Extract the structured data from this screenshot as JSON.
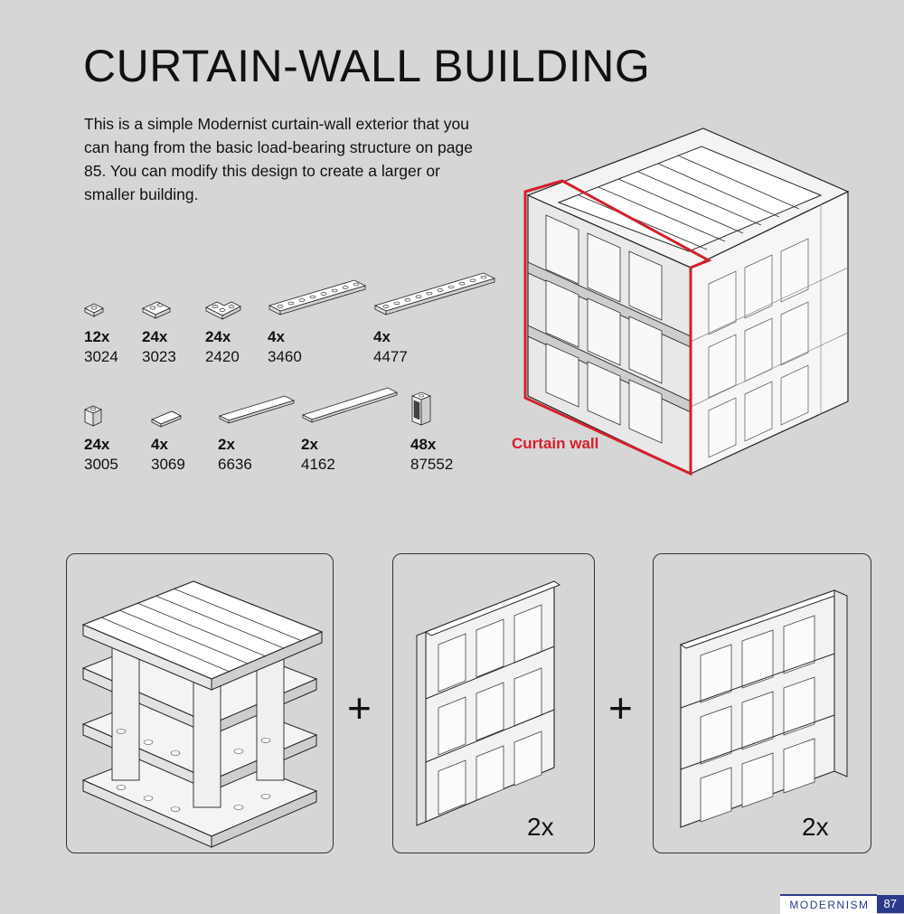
{
  "page": {
    "title": "CURTAIN-WALL BUILDING",
    "intro": "This is a simple Modernist curtain-wall exterior that you can hang from the basic load-bearing structure on page 85. You can modify this design to create a larger or smaller building."
  },
  "parts_row1": [
    {
      "qty": "12x",
      "id": "3024"
    },
    {
      "qty": "24x",
      "id": "3023"
    },
    {
      "qty": "24x",
      "id": "2420"
    },
    {
      "qty": "4x",
      "id": "3460"
    },
    {
      "qty": "4x",
      "id": "4477"
    }
  ],
  "parts_row2": [
    {
      "qty": "24x",
      "id": "3005"
    },
    {
      "qty": "4x",
      "id": "3069"
    },
    {
      "qty": "2x",
      "id": "6636"
    },
    {
      "qty": "2x",
      "id": "4162"
    },
    {
      "qty": "48x",
      "id": "87552"
    }
  ],
  "diagram": {
    "curtain_wall_label": "Curtain wall",
    "highlight_color": "#d4202c"
  },
  "assembly": {
    "plus_sign": "+",
    "panel2_count": "2x",
    "panel3_count": "2x"
  },
  "footer": {
    "section": "MODERNISM",
    "page_number": "87",
    "accent": "#2c3a8c"
  }
}
